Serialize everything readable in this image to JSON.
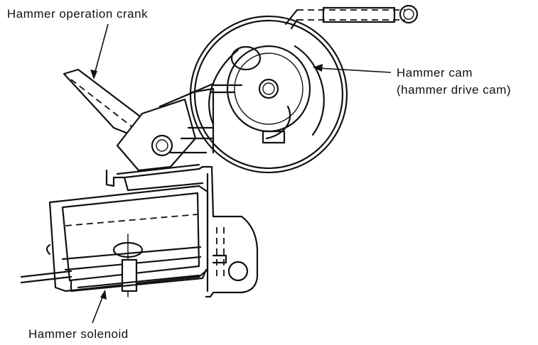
{
  "labels": {
    "crank": "Hammer operation crank",
    "cam_line1": "Hammer cam",
    "cam_line2": "(hammer drive cam)",
    "solenoid": "Hammer solenoid"
  },
  "colors": {
    "ink": "#111111",
    "paper": "#ffffff"
  }
}
